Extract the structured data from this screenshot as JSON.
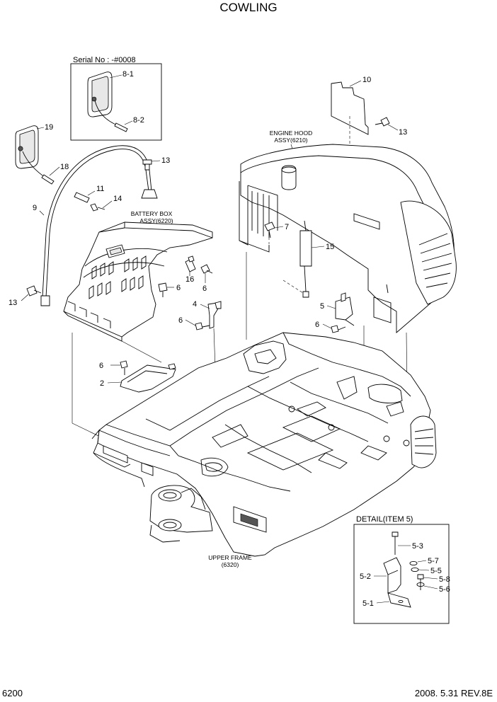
{
  "title": "COWLING",
  "page_number": "6200",
  "footer_right": "2008. 5.31  REV.8E",
  "serial_note": "Serial No : -#0008",
  "detail_title": "DETAIL(ITEM 5)",
  "assembly_labels": {
    "engine_hood_1": "ENGINE HOOD",
    "engine_hood_2": "ASSY(6210)",
    "battery_box_1": "BATTERY BOX",
    "battery_box_2": "ASSY(6220)",
    "upper_frame_1": "UPPER FRAME",
    "upper_frame_2": "(6320)"
  },
  "callouts": {
    "c8_1": "8-1",
    "c8_2": "8-2",
    "c19": "19",
    "c18": "18",
    "c13_a": "13",
    "c11": "11",
    "c14": "14",
    "c9": "9",
    "c13_b": "13",
    "c10": "10",
    "c13_c": "13",
    "c7": "7",
    "c15": "15",
    "c16": "16",
    "c6_a": "6",
    "c6_b": "6",
    "c4": "4",
    "c6_c": "6",
    "c5": "5",
    "c6_d": "6",
    "c6_e": "6",
    "c2": "2",
    "c5_3": "5-3",
    "c5_7": "5-7",
    "c5_5": "5-5",
    "c5_2": "5-2",
    "c5_8": "5-8",
    "c5_6": "5-6",
    "c5_1": "5-1"
  }
}
